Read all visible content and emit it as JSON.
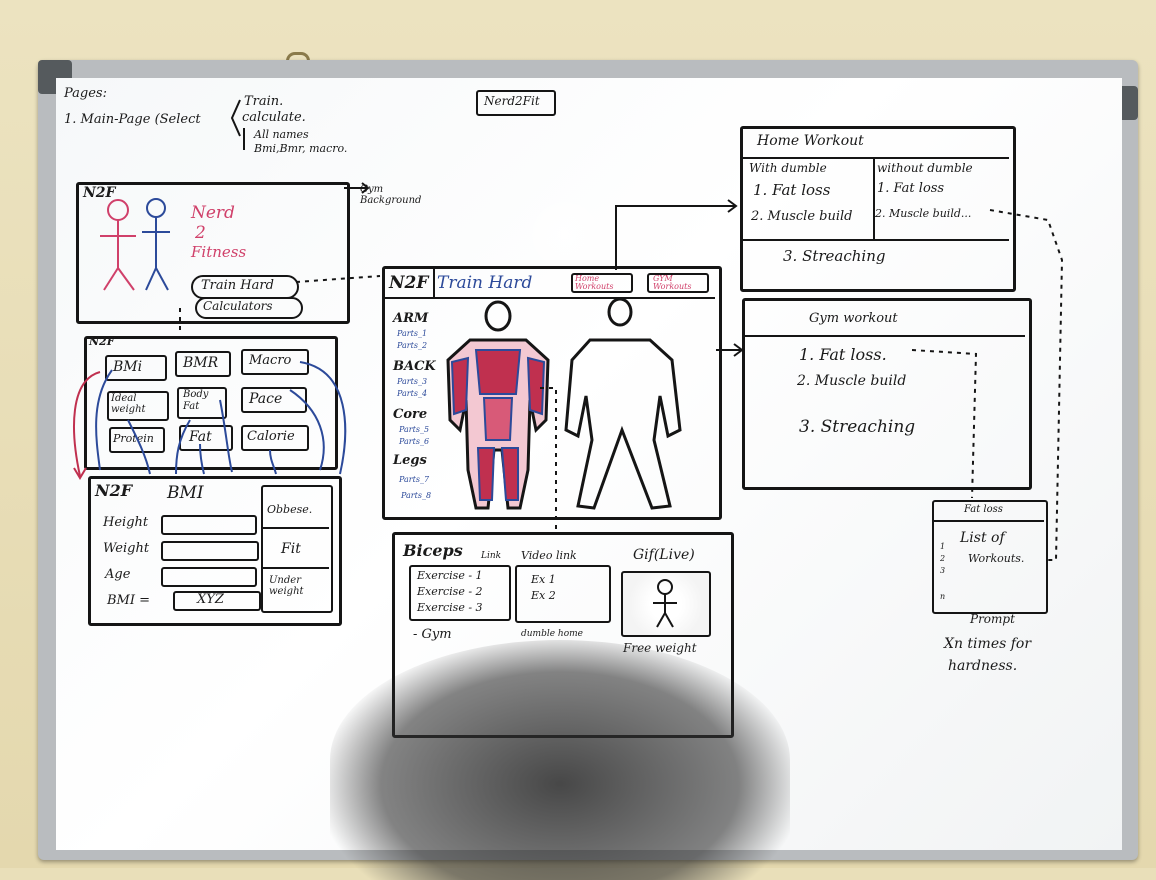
{
  "pages_note": {
    "heading": "Pages:",
    "line1": "1. Main-Page (Select",
    "branch_train": "Train.",
    "branch_calculate": "calculate.",
    "branch_all_names": "All names",
    "branch_bmi": "Bmi,Bmr, macro."
  },
  "title_box": "Nerd2Fit",
  "main_page": {
    "logo": "N2F",
    "title_lines": [
      "Nerd",
      "2",
      "Fitness"
    ],
    "train_btn": "Train Hard",
    "calc_btn": "Calculators",
    "background_note": "Gym Background"
  },
  "calc_menu": {
    "logo": "N2F",
    "items": [
      "BMi",
      "BMR",
      "Macro",
      "Ideal weight",
      "Body Fat",
      "Pace",
      "Protein",
      "Fat",
      "Calorie"
    ]
  },
  "bmi_page": {
    "logo": "N2F",
    "title": "BMI",
    "fields": [
      "Height",
      "Weight",
      "Age"
    ],
    "result_label": "BMI =",
    "result_value": "XYZ",
    "categories": [
      "Obbese.",
      "Fit",
      "Under weight"
    ]
  },
  "train_page": {
    "logo": "N2F",
    "title": "Train Hard",
    "tab_home": "Home Workouts",
    "tab_gym": "GYM Workouts",
    "sections": [
      {
        "name": "ARM",
        "parts": [
          "Parts_1",
          "Parts_2"
        ]
      },
      {
        "name": "BACK",
        "parts": [
          "Parts_3",
          "Parts_4"
        ]
      },
      {
        "name": "Core",
        "parts": [
          "Parts_5",
          "Parts_6"
        ]
      },
      {
        "name": "Legs",
        "parts": [
          "Parts_7",
          "Parts_8"
        ]
      }
    ]
  },
  "home_workout": {
    "title": "Home Workout",
    "col1_header": "With dumble",
    "col2_header": "without dumble",
    "col1_items": [
      "1. Fat loss",
      "2. Muscle build"
    ],
    "col2_items": [
      "1. Fat loss",
      "2. Muscle build..."
    ],
    "item3": "3. Streaching"
  },
  "gym_workout": {
    "title": "Gym workout",
    "items": [
      "1. Fat loss.",
      "2. Muscle build",
      "3. Streaching"
    ]
  },
  "biceps_page": {
    "title": "Biceps",
    "col_link": "Link",
    "col_video": "Video link",
    "col_gif": "Gif(Live)",
    "exercises": [
      "Exercise - 1",
      "Exercise - 2",
      "Exercise - 3"
    ],
    "video_items": [
      "Ex 1",
      "Ex 2"
    ],
    "footer_gym": "- Gym",
    "footer_home": "dumble home",
    "footer_free": "Free weight"
  },
  "fat_loss_page": {
    "title": "Fat loss",
    "body": [
      "List of",
      "Workouts."
    ],
    "numbers": [
      "1",
      "2",
      "3",
      "n"
    ],
    "footer": "Prompt",
    "note": [
      "Xn times for",
      "hardness."
    ]
  }
}
